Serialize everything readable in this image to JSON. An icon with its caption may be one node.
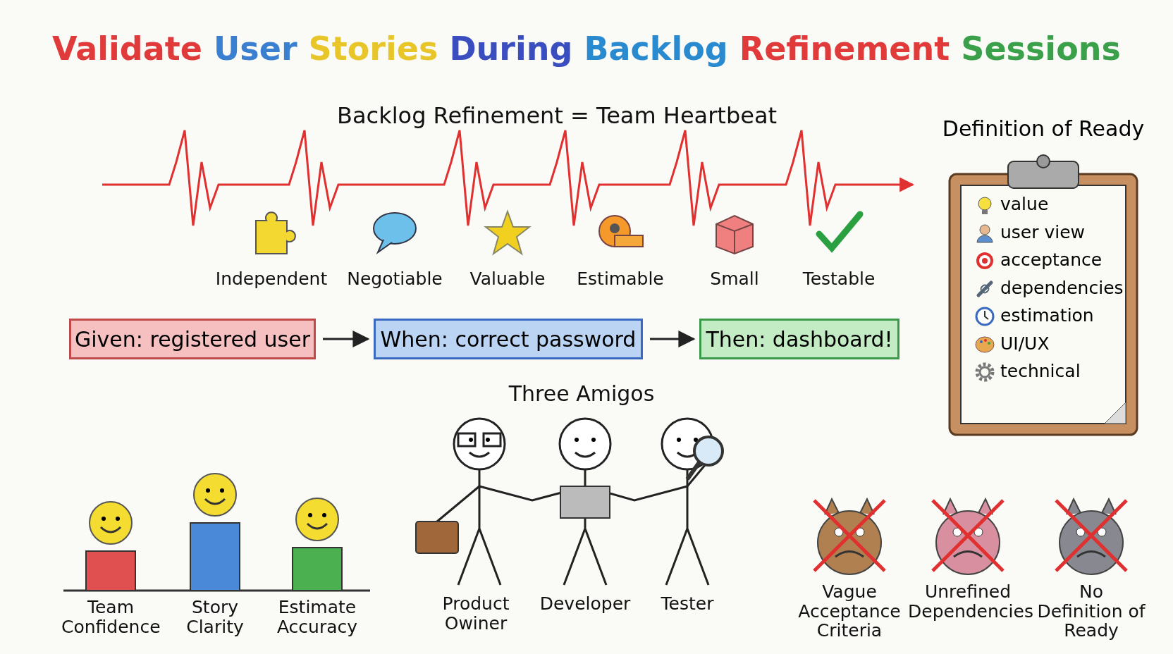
{
  "diagram": {
    "title": "Validate User Stories During Backlog Refinement Sessions",
    "nodes": [
      {
        "text": [
          "Given: registered user"
        ]
      },
      {
        "text": [
          "When: correct password"
        ]
      },
      {
        "text": [
          "Then: dashboard!"
        ]
      },
      {
        "text": [
          "Definition of Ready",
          "value",
          "user view",
          "acceptance",
          "dependencies",
          "estimation",
          "UI/UX",
          "technical"
        ]
      }
    ],
    "edges": [
      {
        "from": 0,
        "to": 1,
        "arrow": "to"
      },
      {
        "from": 1,
        "to": 2,
        "arrow": "to"
      }
    ],
    "labels": [
      "Backlog Refinement = Team Heartbeat",
      "Independent",
      "Negotiable",
      "Valuable",
      "Estimable",
      "Small",
      "Testable",
      "Three Amigos",
      "Product Owiner",
      "Developer",
      "Tester",
      "Team Confidence",
      "Story Clarity",
      "Estimate Accuracy",
      "Vague Acceptance Criteria",
      "Unrefined Dependencies",
      "No Definition of Ready"
    ]
  }
}
